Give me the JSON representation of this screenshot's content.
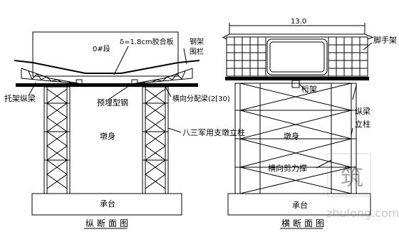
{
  "left_view": {
    "segment": "0#段",
    "plywood": "δ=1.8cm胶合板",
    "steel_frame": "钢架",
    "railing": "围栏",
    "bracket_beam": "托架纵梁",
    "embedded_steel": "预埋型钢",
    "distribution_beam": "横向分配梁(2[30)",
    "pier_body": "墩身",
    "military_column": "八三军用支墩立柱",
    "cap": "承台",
    "caption": "纵断面图"
  },
  "right_view": {
    "dimension": "13.0",
    "scaffold": "脚手架",
    "truss": "桁架",
    "longitudinal_beam": "纵梁",
    "column": "立柱",
    "pier_body": "墩身",
    "shear_brace": "横向剪力撑",
    "cap": "承台",
    "caption": "横断面图"
  },
  "watermark": {
    "site": "zhulong.com"
  }
}
